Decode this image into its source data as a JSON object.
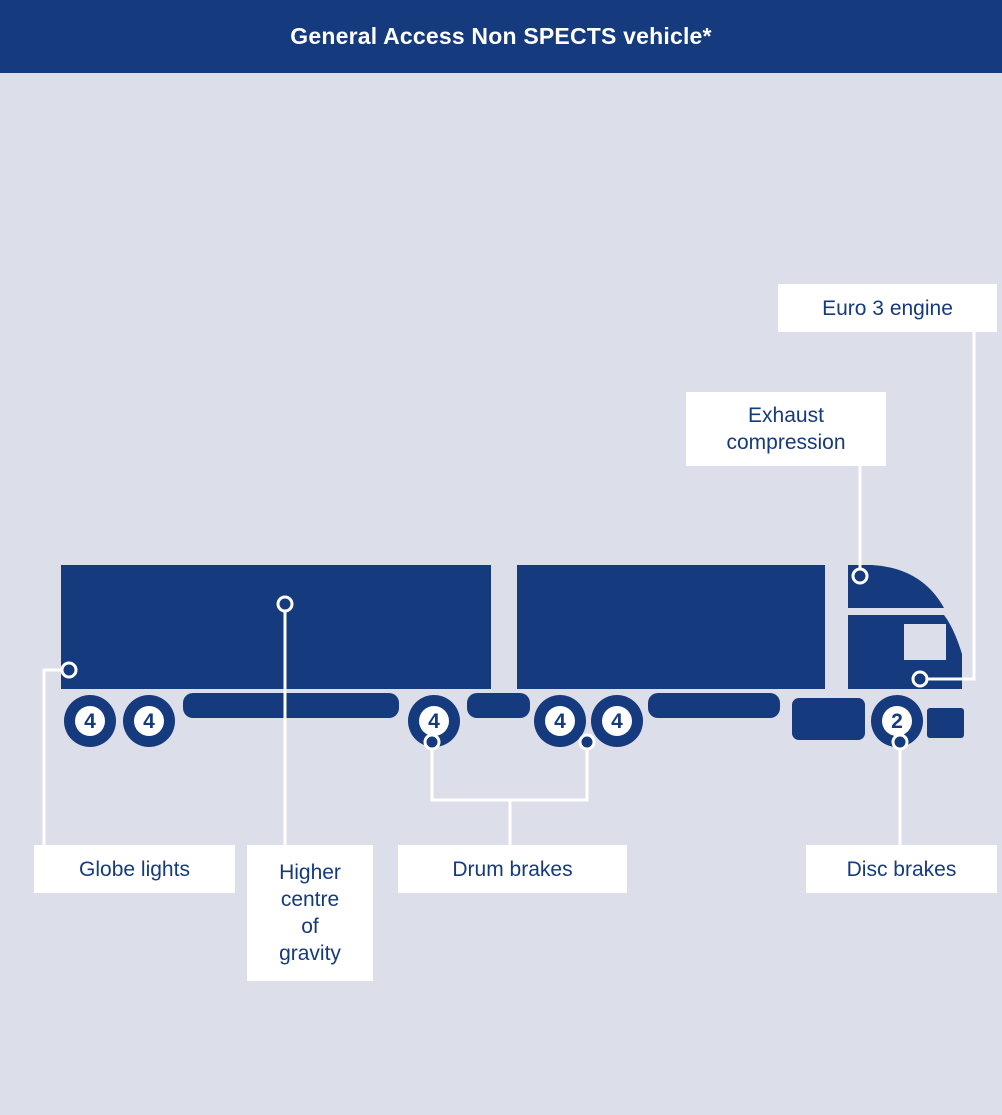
{
  "title": "General Access Non SPECTS vehicle*",
  "colors": {
    "navy": "#163a7e",
    "background": "#dcdeea",
    "label_bg": "#ffffff",
    "header_text": "#ffffff"
  },
  "wheel_badges": {
    "trailer_rear_1": "4",
    "trailer_rear_2": "4",
    "trailer_front": "4",
    "second_trailer_1": "4",
    "second_trailer_2": "4",
    "prime_mover_steer": "2"
  },
  "callouts": {
    "euro3_engine": "Euro 3 engine",
    "exhaust_compression_line1": "Exhaust",
    "exhaust_compression_line2": "compression",
    "globe_lights": "Globe lights",
    "higher_centre_of_gravity": [
      "Higher",
      "centre",
      "of",
      "gravity"
    ],
    "drum_brakes": "Drum brakes",
    "disc_brakes": "Disc brakes"
  }
}
